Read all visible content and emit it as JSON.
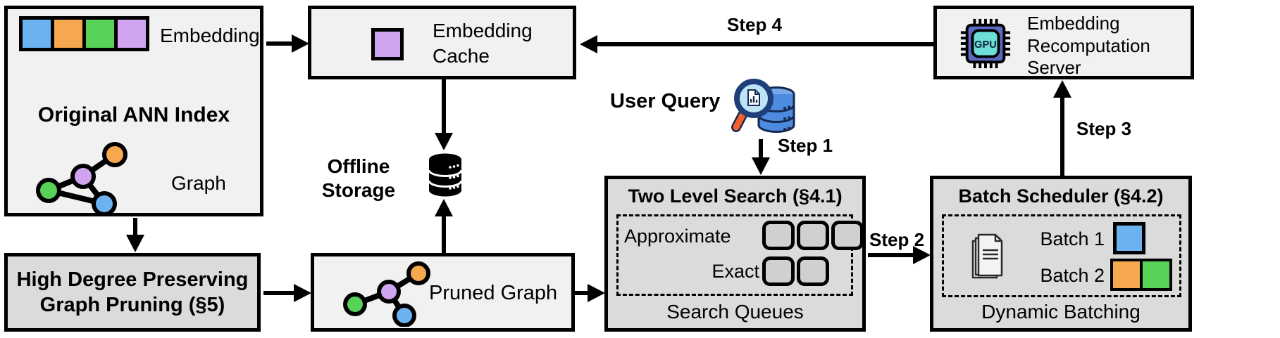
{
  "colors": {
    "embedding_blue": "#6cb2f0",
    "embedding_orange": "#f6a84e",
    "embedding_green": "#58d158",
    "embedding_purple": "#d0a5f0",
    "box_light": "#f1f1f1",
    "box_gray": "#dbdbdb",
    "queue_fill": "#d0d0d0",
    "chip_body": "#5b6abf",
    "chip_screen": "#6ce0d8",
    "db_blue": "#4d8be0",
    "db_blue_top": "#79a9ec",
    "db_outline": "#16294f",
    "lens_fill": "#bce4f6",
    "magnifier_rim": "#1e3f7a",
    "handle_orange": "#f2612d"
  },
  "boxes": {
    "ann": {
      "embedding_label": "Embedding",
      "title": "Original ANN Index",
      "graph_label": "Graph"
    },
    "hdp": {
      "line1": "High Degree Preserving",
      "line2": "Graph Pruning (§5)"
    },
    "cache": {
      "line1": "Embedding",
      "line2": "Cache"
    },
    "offline": {
      "line1": "Offline",
      "line2": "Storage"
    },
    "pruned": {
      "label": "Pruned Graph"
    },
    "two_level": {
      "title": "Two Level Search (§4.1)",
      "approximate_label": "Approximate",
      "exact_label": "Exact",
      "footer": "Search Queues"
    },
    "batch": {
      "title": "Batch Scheduler (§4.2)",
      "batch1_label": "Batch 1",
      "batch2_label": "Batch 2",
      "footer": "Dynamic Batching"
    },
    "server": {
      "line1": "Embedding",
      "line2": "Recomputation",
      "line3": "Server",
      "chip_label": "GPU"
    }
  },
  "user_query": {
    "label": "User Query"
  },
  "steps": {
    "step1": "Step 1",
    "step2": "Step 2",
    "step3": "Step 3",
    "step4": "Step 4"
  }
}
